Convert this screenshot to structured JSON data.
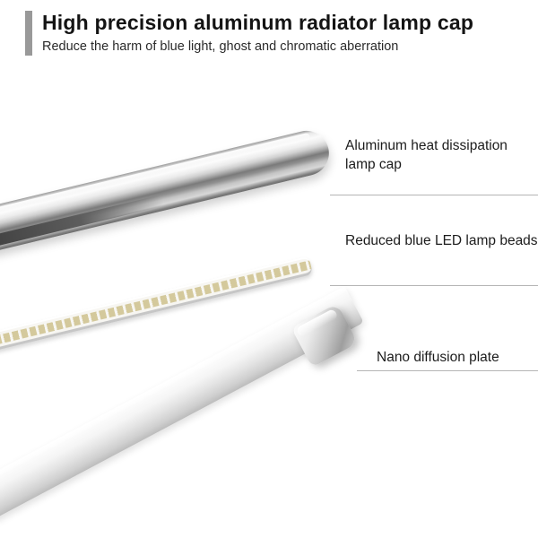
{
  "header": {
    "title": "High precision aluminum radiator lamp cap",
    "subtitle": "Reduce the harm of blue light, ghost and chromatic aberration"
  },
  "callouts": [
    {
      "label": "Aluminum heat dissipation lamp cap"
    },
    {
      "label": "Reduced blue LED lamp beads"
    },
    {
      "label": "Nano diffusion plate"
    }
  ],
  "colors": {
    "accent_bar": "#999999",
    "text": "#1c1c1c",
    "callout_line": "#b5b5b5",
    "aluminum_silver": "#c9c9c9",
    "led_chip": "#d4c99c",
    "background": "#ffffff"
  }
}
